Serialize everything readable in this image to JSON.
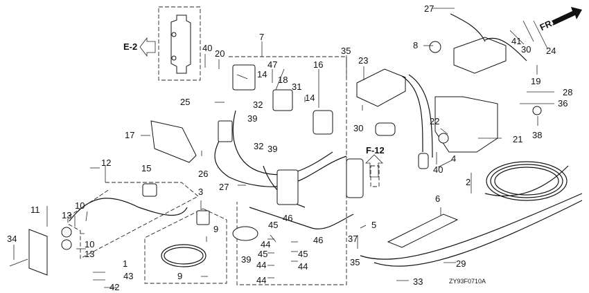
{
  "diagram": {
    "title_code": "ZY93F0710A",
    "direction_label": "FR.",
    "refs": {
      "e2": "E-2",
      "f12": "F-12"
    },
    "callouts": [
      {
        "id": "c1",
        "text": "1"
      },
      {
        "id": "c2",
        "text": "2"
      },
      {
        "id": "c3",
        "text": "3"
      },
      {
        "id": "c4",
        "text": "4"
      },
      {
        "id": "c5",
        "text": "5"
      },
      {
        "id": "c6",
        "text": "6"
      },
      {
        "id": "c7",
        "text": "7"
      },
      {
        "id": "c8",
        "text": "8"
      },
      {
        "id": "c9a",
        "text": "9"
      },
      {
        "id": "c9b",
        "text": "9"
      },
      {
        "id": "c10a",
        "text": "10"
      },
      {
        "id": "c10b",
        "text": "10"
      },
      {
        "id": "c11",
        "text": "11"
      },
      {
        "id": "c12",
        "text": "12"
      },
      {
        "id": "c13a",
        "text": "13"
      },
      {
        "id": "c13b",
        "text": "13"
      },
      {
        "id": "c14a",
        "text": "14"
      },
      {
        "id": "c14b",
        "text": "14"
      },
      {
        "id": "c15",
        "text": "15"
      },
      {
        "id": "c16",
        "text": "16"
      },
      {
        "id": "c17",
        "text": "17"
      },
      {
        "id": "c18",
        "text": "18"
      },
      {
        "id": "c19",
        "text": "19"
      },
      {
        "id": "c20",
        "text": "20"
      },
      {
        "id": "c21",
        "text": "21"
      },
      {
        "id": "c22",
        "text": "22"
      },
      {
        "id": "c23",
        "text": "23"
      },
      {
        "id": "c24",
        "text": "24"
      },
      {
        "id": "c25",
        "text": "25"
      },
      {
        "id": "c26",
        "text": "26"
      },
      {
        "id": "c27a",
        "text": "27"
      },
      {
        "id": "c27b",
        "text": "27"
      },
      {
        "id": "c28",
        "text": "28"
      },
      {
        "id": "c29",
        "text": "29"
      },
      {
        "id": "c30a",
        "text": "30"
      },
      {
        "id": "c30b",
        "text": "30"
      },
      {
        "id": "c31",
        "text": "31"
      },
      {
        "id": "c32a",
        "text": "32"
      },
      {
        "id": "c32b",
        "text": "32"
      },
      {
        "id": "c33",
        "text": "33"
      },
      {
        "id": "c34",
        "text": "34"
      },
      {
        "id": "c35a",
        "text": "35"
      },
      {
        "id": "c35b",
        "text": "35"
      },
      {
        "id": "c36",
        "text": "36"
      },
      {
        "id": "c37",
        "text": "37"
      },
      {
        "id": "c38",
        "text": "38"
      },
      {
        "id": "c39a",
        "text": "39"
      },
      {
        "id": "c39b",
        "text": "39"
      },
      {
        "id": "c39c",
        "text": "39"
      },
      {
        "id": "c40a",
        "text": "40"
      },
      {
        "id": "c40b",
        "text": "40"
      },
      {
        "id": "c41",
        "text": "41"
      },
      {
        "id": "c42",
        "text": "42"
      },
      {
        "id": "c43",
        "text": "43"
      },
      {
        "id": "c44a",
        "text": "44"
      },
      {
        "id": "c44b",
        "text": "44"
      },
      {
        "id": "c44c",
        "text": "44"
      },
      {
        "id": "c44d",
        "text": "44"
      },
      {
        "id": "c45a",
        "text": "45"
      },
      {
        "id": "c45b",
        "text": "45"
      },
      {
        "id": "c45c",
        "text": "45"
      },
      {
        "id": "c46a",
        "text": "46"
      },
      {
        "id": "c46b",
        "text": "46"
      },
      {
        "id": "c47",
        "text": "47"
      }
    ]
  }
}
